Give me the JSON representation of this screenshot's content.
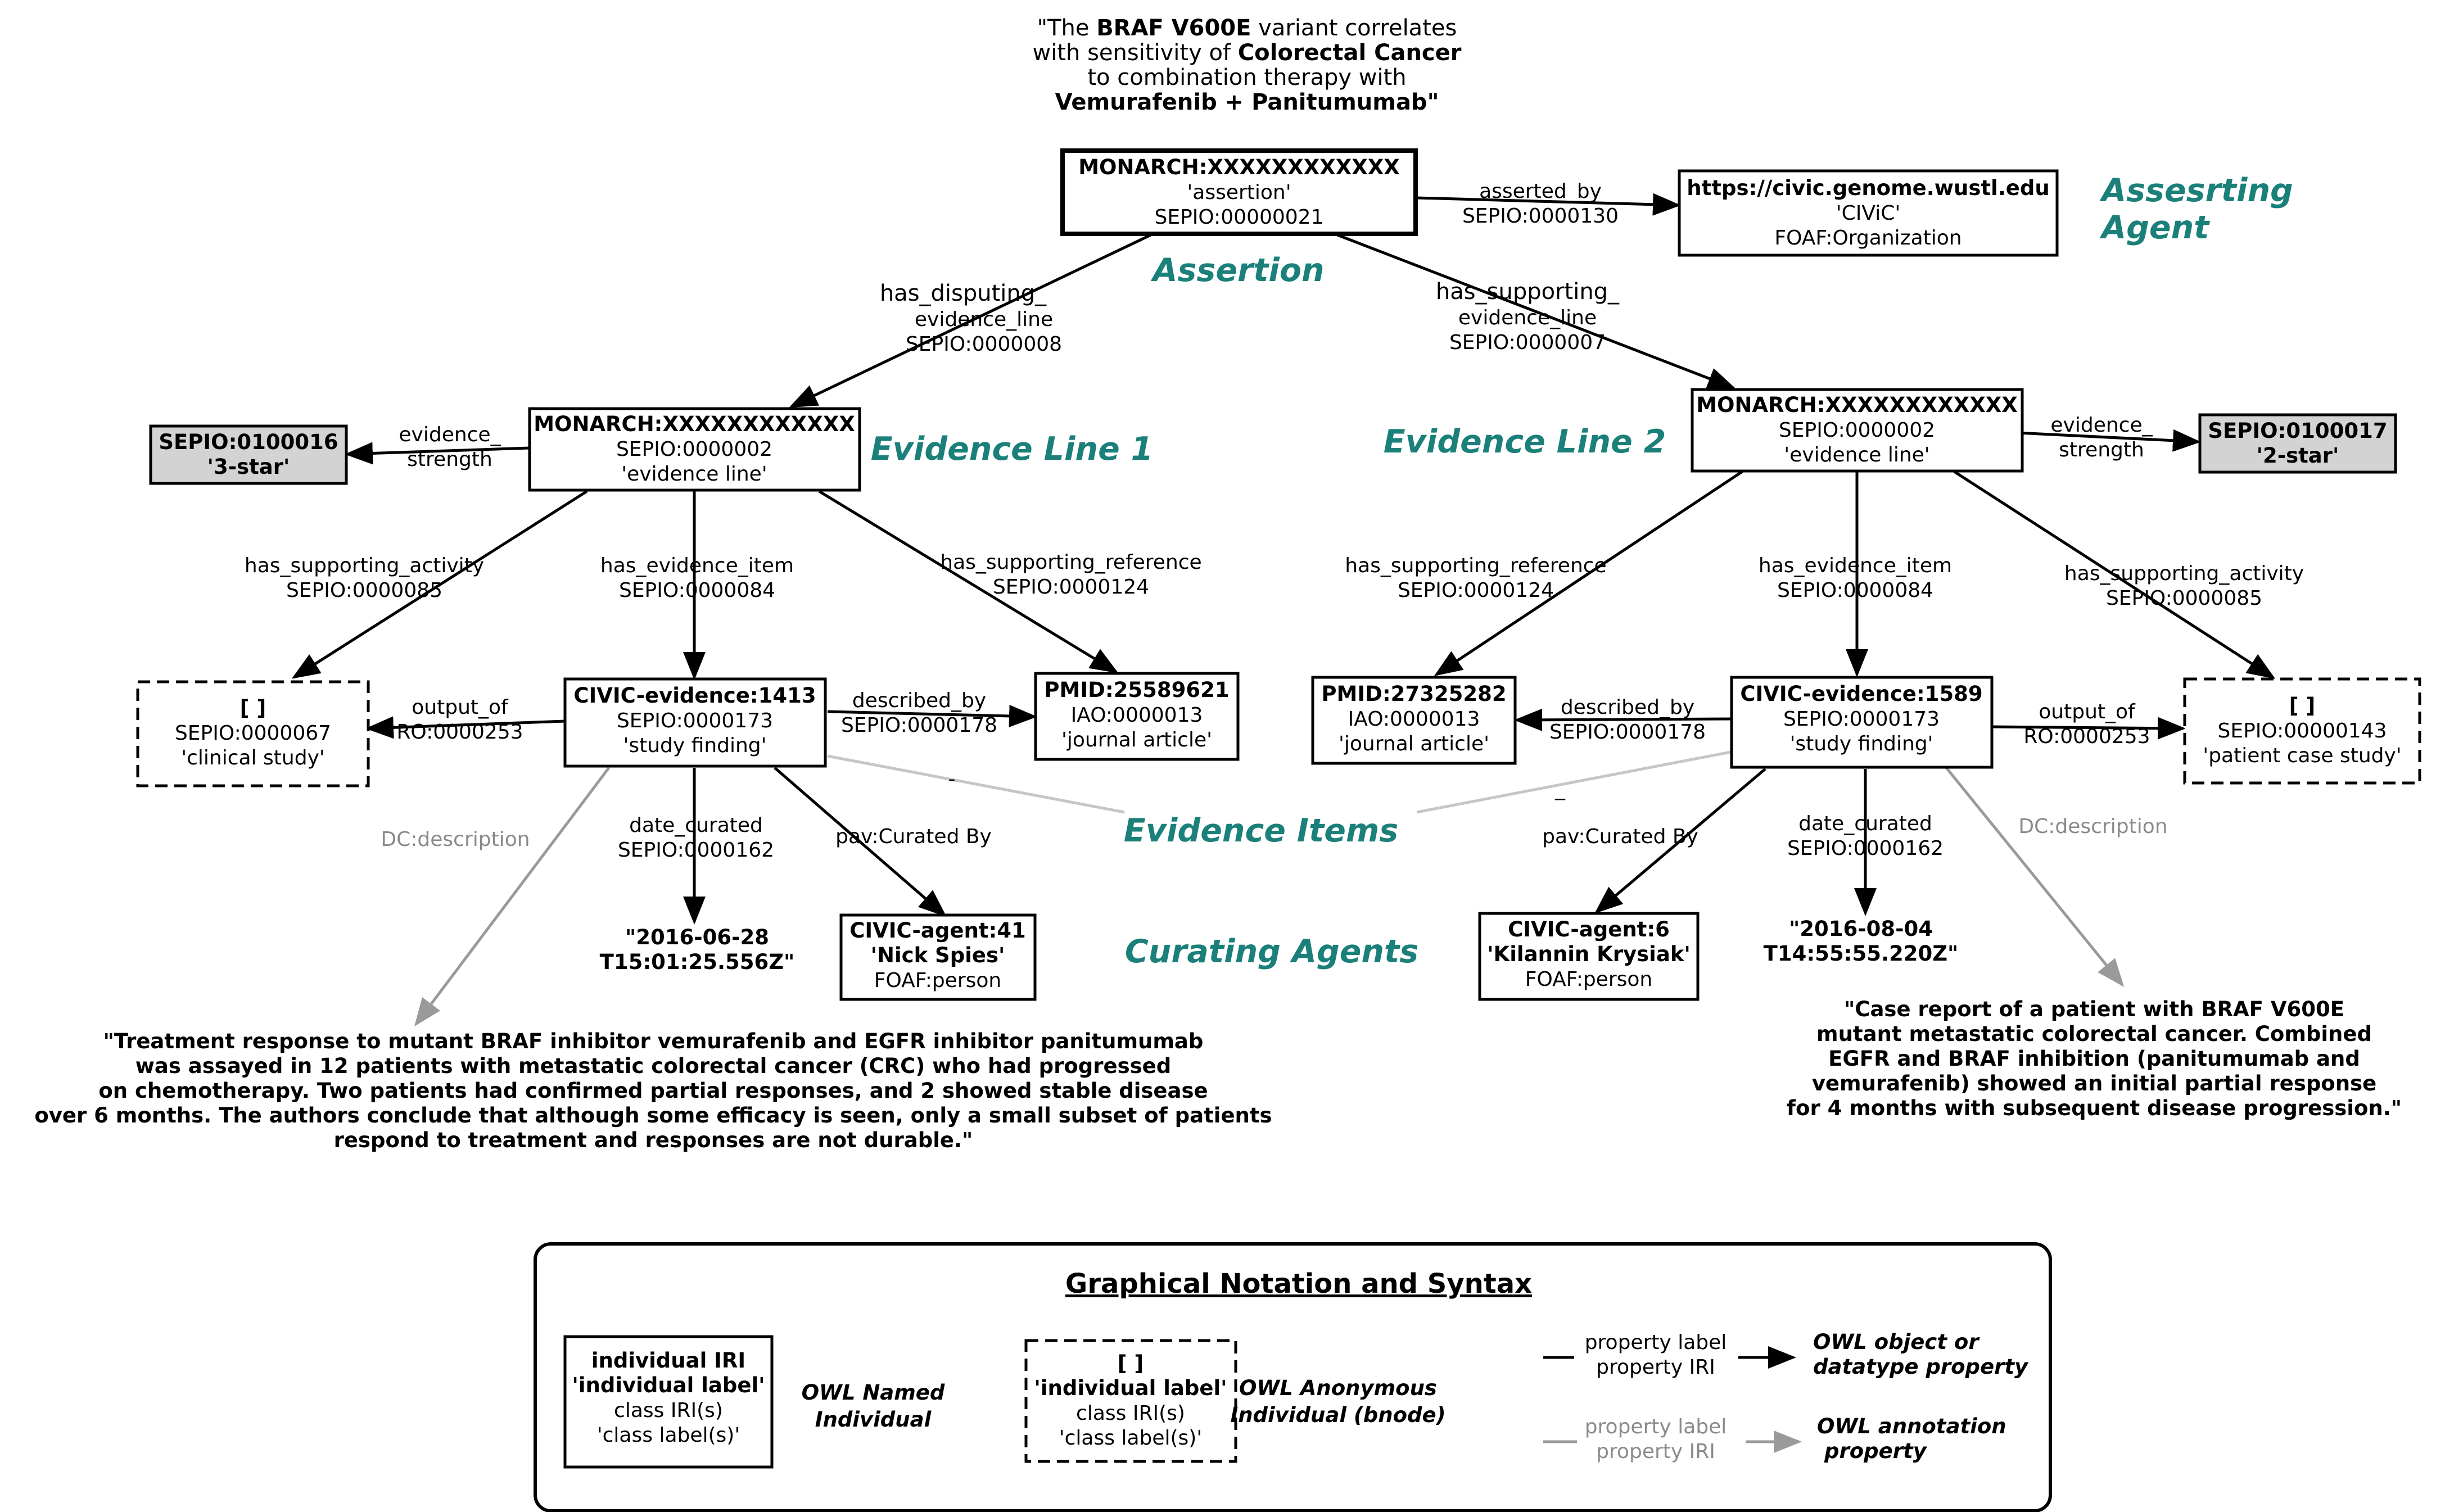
{
  "title": {
    "lines": [
      [
        {
          "t": "\"The "
        },
        {
          "t": "BRAF V600E",
          "b": true
        },
        {
          "t": " variant correlates"
        }
      ],
      [
        {
          "t": "with sensitivity of "
        },
        {
          "t": "Colorectal Cancer",
          "b": true
        }
      ],
      [
        {
          "t": "to  combination therapy with"
        }
      ],
      [
        {
          "t": "Vemurafenib + Panitumumab\"",
          "b": true
        }
      ]
    ]
  },
  "sections": {
    "assertion": "Assertion",
    "asserting_agent": [
      "Assesrting",
      "Agent"
    ],
    "evidence_line_1": "Evidence Line 1",
    "evidence_line_2": "Evidence Line 2",
    "evidence_items": "Evidence Items",
    "curating_agents": "Curating Agents"
  },
  "nodes": {
    "assertion": {
      "id": "MONARCH:XXXXXXXXXXXX",
      "lines": [
        "'assertion'",
        "SEPIO:00000021"
      ]
    },
    "agent": {
      "id": "https://civic.genome.wustl.edu",
      "lines": [
        "'CIViC'",
        "FOAF:Organization"
      ]
    },
    "el1": {
      "id": "MONARCH:XXXXXXXXXXXX",
      "lines": [
        "SEPIO:0000002",
        "'evidence line'"
      ]
    },
    "el2": {
      "id": "MONARCH:XXXXXXXXXXXX",
      "lines": [
        "SEPIO:0000002",
        "'evidence line'"
      ]
    },
    "star3": {
      "id": "SEPIO:0100016",
      "lines": [
        "'3-star'"
      ]
    },
    "star2": {
      "id": "SEPIO:0100017",
      "lines": [
        "'2-star'"
      ]
    },
    "activity1": {
      "id": "[ ]",
      "lines": [
        "SEPIO:0000067",
        "'clinical study'"
      ]
    },
    "ev1413": {
      "id": "CIVIC-evidence:1413",
      "lines": [
        "SEPIO:0000173",
        "'study finding'"
      ]
    },
    "pmid1": {
      "id": "PMID:25589621",
      "lines": [
        "IAO:0000013",
        "'journal article'"
      ]
    },
    "pmid2": {
      "id": "PMID:27325282",
      "lines": [
        "IAO:0000013",
        "'journal article'"
      ]
    },
    "ev1589": {
      "id": "CIVIC-evidence:1589",
      "lines": [
        "SEPIO:0000173",
        "'study finding'"
      ]
    },
    "activity2": {
      "id": "[ ]",
      "lines": [
        "SEPIO:00000143",
        "'patient case study'"
      ]
    },
    "agent41": {
      "id": "CIVIC-agent:41",
      "lines": [
        "'Nick Spies'",
        "FOAF:person"
      ]
    },
    "agent6": {
      "id": "CIVIC-agent:6",
      "lines": [
        "'Kilannin Krysiak'",
        "FOAF:person"
      ]
    }
  },
  "dates": {
    "d1": [
      "\"2016-06-28",
      "T15:01:25.556Z\""
    ],
    "d2": [
      "\"2016-08-04",
      "T14:55:55.220Z\""
    ]
  },
  "edges": {
    "asserted_by": [
      "asserted_by",
      "SEPIO:0000130"
    ],
    "disputing": [
      "has_disputing_",
      "evidence_line",
      "SEPIO:0000008"
    ],
    "supporting": [
      "has_supporting_",
      "evidence_line",
      "SEPIO:0000007"
    ],
    "strength1": [
      "evidence_",
      "strength"
    ],
    "strength2": [
      "evidence_",
      "strength"
    ],
    "el1_activity": [
      "has_supporting_activity",
      "SEPIO:0000085"
    ],
    "el1_item": [
      "has_evidence_item",
      "SEPIO:0000084"
    ],
    "el1_ref": [
      "has_supporting_reference",
      "SEPIO:0000124"
    ],
    "el2_ref": [
      "has_supporting_reference",
      "SEPIO:0000124"
    ],
    "el2_item": [
      "has_evidence_item",
      "SEPIO:0000084"
    ],
    "el2_activity": [
      "has_supporting_activity",
      "SEPIO:0000085"
    ],
    "output1": [
      "output_of",
      "RO:0000253"
    ],
    "described1": [
      "described_by",
      "SEPIO:0000178"
    ],
    "described2": [
      "described_by",
      "SEPIO:0000178"
    ],
    "output2": [
      "output_of",
      "RO:0000253"
    ],
    "desc1": "DC:description",
    "desc2": "DC:description",
    "date1": [
      "date_curated",
      "SEPIO:0000162"
    ],
    "date2": [
      "date_curated",
      "SEPIO:0000162"
    ],
    "curated1": "pav:Curated By",
    "curated2": "pav:Curated By",
    "dash1": "-",
    "dash2": "_"
  },
  "descriptions": {
    "left": [
      "\"Treatment response to mutant BRAF inhibitor vemurafenib and EGFR inhibitor panitumumab",
      "was assayed in 12 patients with metastatic  colorectal cancer (CRC) who had progressed",
      "on chemotherapy. Two patients had confirmed partial responses, and 2 showed stable disease",
      "over 6 months. The authors conclude that although  some efficacy is seen, only a small subset of patients",
      "respond to treatment and responses are not durable.\""
    ],
    "right": [
      "\"Case report of a patient with BRAF V600E",
      "mutant metastatic colorectal cancer. Combined",
      "EGFR and BRAF inhibition (panitumumab and",
      "vemurafenib) showed an initial partial response",
      "for 4 months with subsequent disease progression.\""
    ]
  },
  "legend": {
    "title": "Graphical Notation and Syntax",
    "named_box": {
      "lines": [
        "individual IRI",
        "'individual label'",
        "class IRI(s)",
        "'class label(s)'"
      ]
    },
    "named_desc": [
      "OWL Named",
      "Individual"
    ],
    "anon_box": {
      "lines": [
        "[ ]",
        "'individual label'",
        "class IRI(s)",
        "'class label(s)'"
      ]
    },
    "anon_desc": [
      "OWL Anonymous",
      "Individual (bnode)"
    ],
    "prop_label": [
      "property label",
      "property IRI"
    ],
    "object_desc": [
      "OWL object or",
      "datatype property"
    ],
    "annot_label": [
      "property label",
      "property IRI"
    ],
    "annot_desc": [
      "OWL annotation",
      "property"
    ]
  }
}
